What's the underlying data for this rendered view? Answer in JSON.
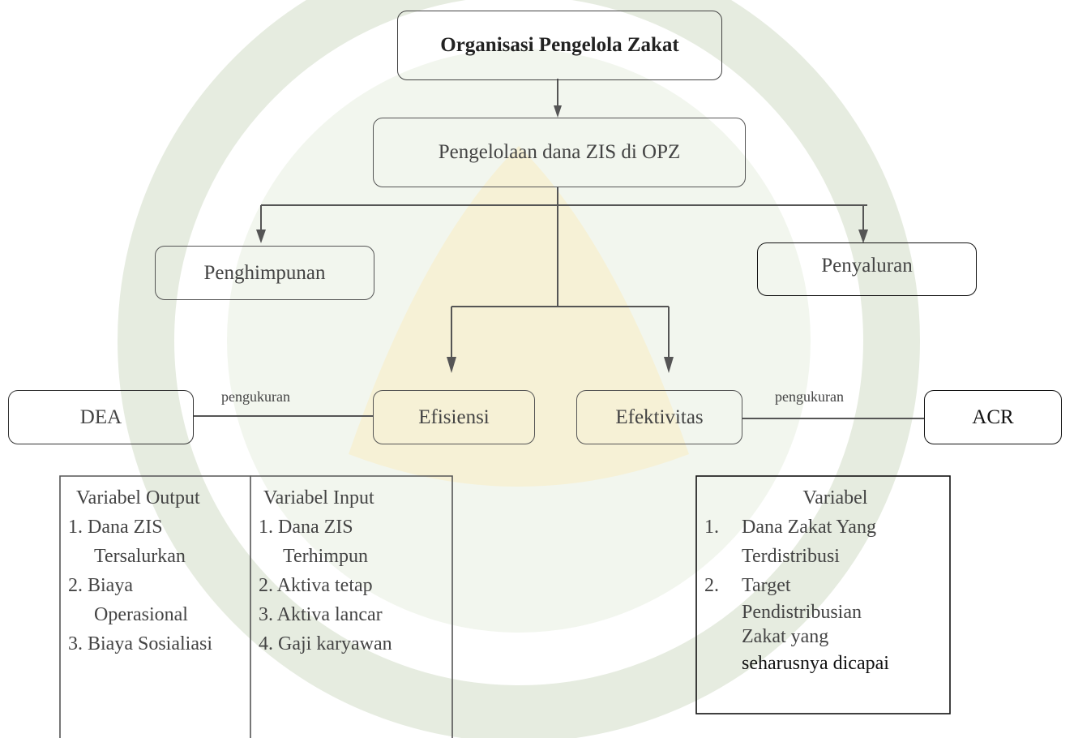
{
  "diagram": {
    "nodes": {
      "opz": "Organisasi Pengelola Zakat",
      "pengelolaan": "Pengelolaan dana ZIS di OPZ",
      "penghimpunan": "Penghimpunan",
      "penyaluran": "Penyaluran",
      "dea": "DEA",
      "efisiensi": "Efisiensi",
      "efektivitas": "Efektivitas",
      "acr": "ACR"
    },
    "edge_labels": {
      "left": "pengukuran",
      "right": "pengukuran"
    },
    "variabel_output": {
      "title": "Variabel Output",
      "items": [
        "1. Dana ZIS",
        "Tersalurkan",
        "2. Biaya",
        "Operasional",
        "3. Biaya Sosialiasi"
      ]
    },
    "variabel_input": {
      "title": "Variabel Input",
      "items": [
        "1. Dana ZIS",
        "Terhimpun",
        "2. Aktiva tetap",
        "3. Aktiva lancar",
        "4. Gaji karyawan"
      ]
    },
    "variabel_acr": {
      "title": "Variabel",
      "items": [
        {
          "num": "1.",
          "text": "Dana Zakat Yang"
        },
        {
          "num": "",
          "text": "Terdistribusi"
        },
        {
          "num": "2.",
          "text": "Target"
        },
        {
          "num": "",
          "text": "Pendistribusian"
        },
        {
          "num": "",
          "text": "Zakat yang"
        },
        {
          "num": "",
          "text": "seharusnya dicapai"
        }
      ]
    }
  },
  "colors": {
    "line": "#555555",
    "text": "#444444",
    "watermark": "#e8ecd8",
    "watermark_accent": "#f3ecc4"
  }
}
